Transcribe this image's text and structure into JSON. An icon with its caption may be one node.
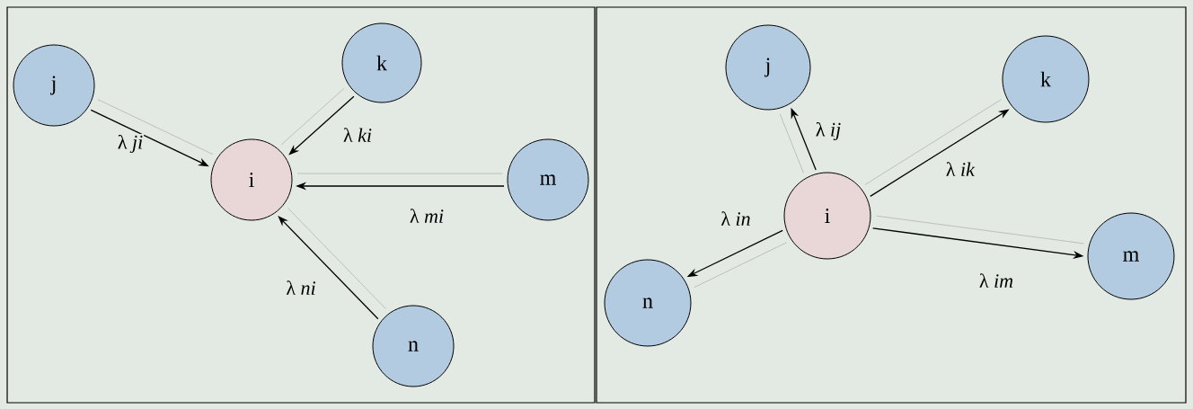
{
  "diagram": {
    "nodes": [
      {
        "text": [],
        "shape": "box"
      },
      {
        "text": [
          "j"
        ],
        "in": 0
      },
      {
        "text": [
          "k"
        ],
        "in": 0
      },
      {
        "text": [
          "i"
        ],
        "in": 0
      },
      {
        "text": [
          "m"
        ],
        "in": 0
      },
      {
        "text": [
          "n"
        ],
        "in": 0
      },
      {
        "text": [],
        "shape": "box"
      },
      {
        "text": [
          "j"
        ],
        "in": 6
      },
      {
        "text": [
          "k"
        ],
        "in": 6
      },
      {
        "text": [
          "i"
        ],
        "in": 6
      },
      {
        "text": [
          "m"
        ],
        "in": 6
      },
      {
        "text": [
          "n"
        ],
        "in": 6
      }
    ],
    "edges": [
      {
        "from": 1,
        "to": 3,
        "arrow": "to",
        "label": "λ *ji*"
      },
      {
        "from": 2,
        "to": 3,
        "arrow": "to",
        "label": "λ *ki*"
      },
      {
        "from": 4,
        "to": 3,
        "arrow": "to",
        "label": "λ *mi*"
      },
      {
        "from": 5,
        "to": 3,
        "arrow": "to",
        "label": "λ *ni*"
      },
      {
        "from": 9,
        "to": 7,
        "arrow": "to",
        "label": "λ *ij*"
      },
      {
        "from": 9,
        "to": 8,
        "arrow": "to",
        "label": "λ *ik*"
      },
      {
        "from": 9,
        "to": 10,
        "arrow": "to",
        "label": "λ *im*"
      },
      {
        "from": 9,
        "to": 11,
        "arrow": "to",
        "label": "λ *in*"
      }
    ]
  }
}
